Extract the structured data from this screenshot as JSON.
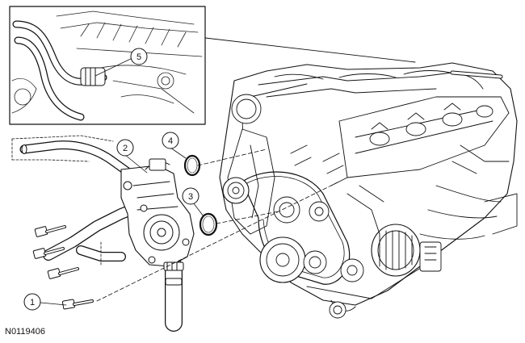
{
  "callouts": [
    "1",
    "2",
    "3",
    "4",
    "5"
  ],
  "figure_id": "N0119406"
}
